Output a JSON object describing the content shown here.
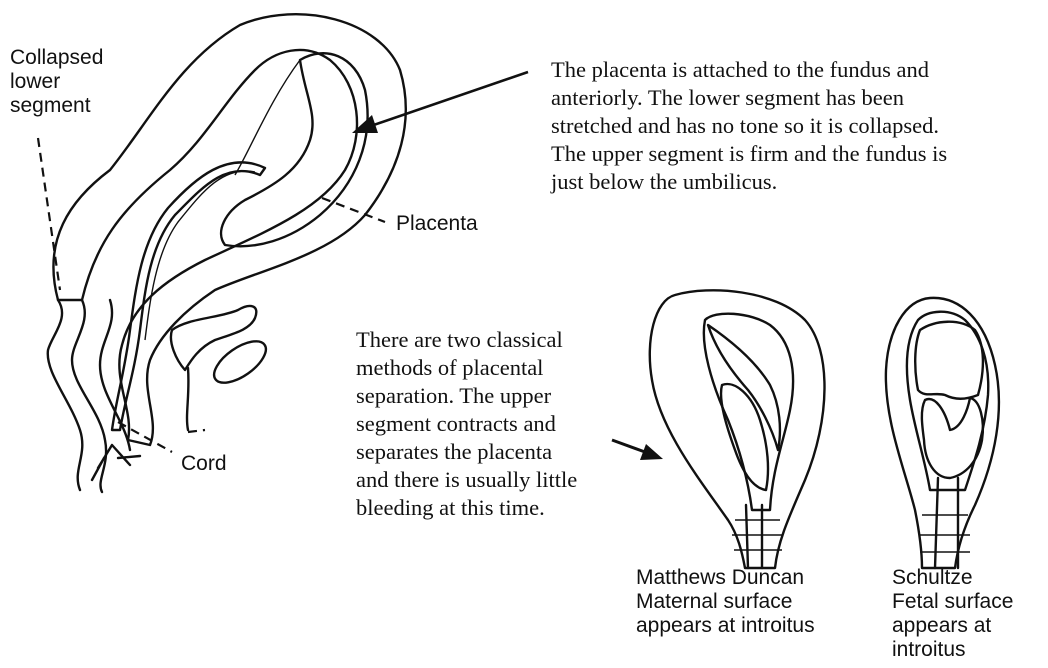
{
  "labels": {
    "collapsed_lower_segment": [
      "Collapsed",
      "lower",
      "segment"
    ],
    "placenta": "Placenta",
    "cord": "Cord"
  },
  "descriptions": {
    "placenta_attachment": [
      "The placenta is attached to the fundus and",
      "anteriorly. The lower segment has been",
      "stretched and has no tone so it is collapsed.",
      "The upper segment is firm and the fundus is",
      "just below the umbilicus."
    ],
    "separation_methods": [
      "There are two classical",
      "methods of placental",
      "separation. The upper",
      "segment contracts and",
      "separates the placenta",
      "and there is usually little",
      "bleeding at this time."
    ]
  },
  "methods": [
    {
      "caption": [
        "Matthews Duncan",
        "Maternal surface",
        "appears at introitus"
      ]
    },
    {
      "caption": [
        "Schultze",
        "Fetal surface",
        "appears at",
        "introitus"
      ]
    }
  ],
  "colors": {
    "ink": "#111111",
    "background": "#ffffff"
  }
}
